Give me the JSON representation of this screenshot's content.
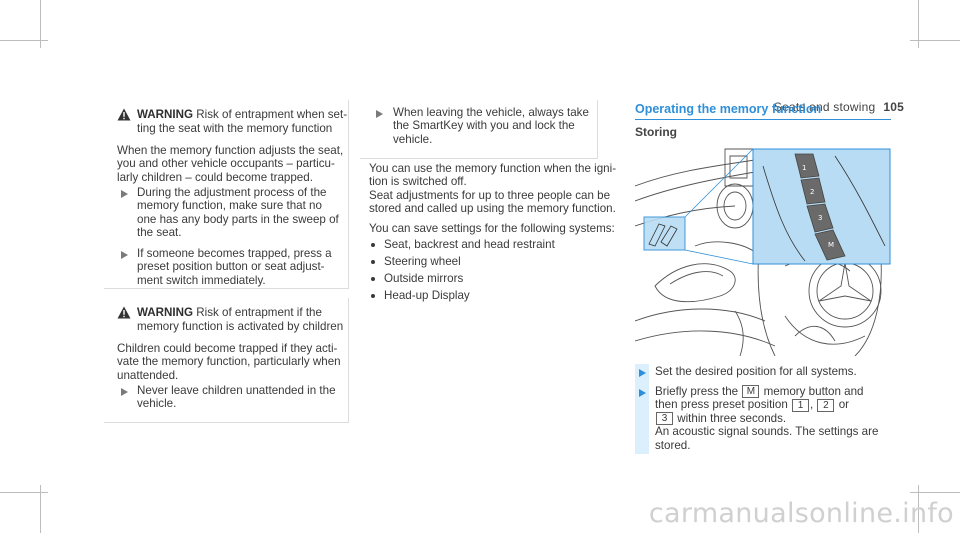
{
  "header": {
    "title": "Seats and stowing",
    "page": "105"
  },
  "warning1": {
    "label": "WARNING",
    "line1": "Risk of entrapment when set-",
    "line2": "ting the seat with the memory function",
    "para": [
      "When the memory function adjusts the seat,",
      "you and other vehicle occupants – particu-",
      "larly children – could become trapped."
    ],
    "step1": [
      "During the adjustment process of the",
      "memory function, make sure that no",
      "one has any body parts in the sweep of",
      "the seat."
    ],
    "step2": [
      "If someone becomes trapped, press a",
      "preset position button or seat adjust-",
      "ment switch immediately."
    ]
  },
  "warning2": {
    "label": "WARNING",
    "line1": "Risk of entrapment if the",
    "line2": "memory function is activated by children",
    "para": [
      "Children could become trapped if they acti-",
      "vate the memory function, particularly when",
      "unattended."
    ],
    "step1": [
      "Never leave children unattended in the",
      "vehicle."
    ]
  },
  "middle": {
    "step1": [
      "When leaving the vehicle, always take",
      "the SmartKey with you and lock the",
      "vehicle."
    ],
    "para1": [
      "You can use the memory function when the igni-",
      "tion is switched off.",
      "Seat adjustments for up to three people can be",
      "stored and called up using the memory function."
    ],
    "para2": "You can save settings for the following systems:",
    "bullets": [
      "Seat, backrest and head restraint",
      "Steering wheel",
      "Outside mirrors",
      "Head-up Display"
    ]
  },
  "right": {
    "section_title": "Operating the memory function",
    "sub_title": "Storing",
    "figure_buttons": [
      "1",
      "2",
      "3",
      "M"
    ],
    "step1": "Set the desired position for all systems.",
    "step2_a": "Briefly press the",
    "step2_key_m": "M",
    "step2_b": "memory button and",
    "step2_c": "then press preset position",
    "step2_key_1": "1",
    "step2_key_2": "2",
    "step2_or": "or",
    "step2_key_3": "3",
    "step2_d": "within three seconds.",
    "step2_e": "An acoustic signal sounds. The settings are",
    "step2_f": "stored."
  },
  "watermark": "carmanualsonline.info",
  "colors": {
    "accent": "#2f8fd8",
    "highlight": "#b8dcf3",
    "bar": "#dceffd"
  }
}
